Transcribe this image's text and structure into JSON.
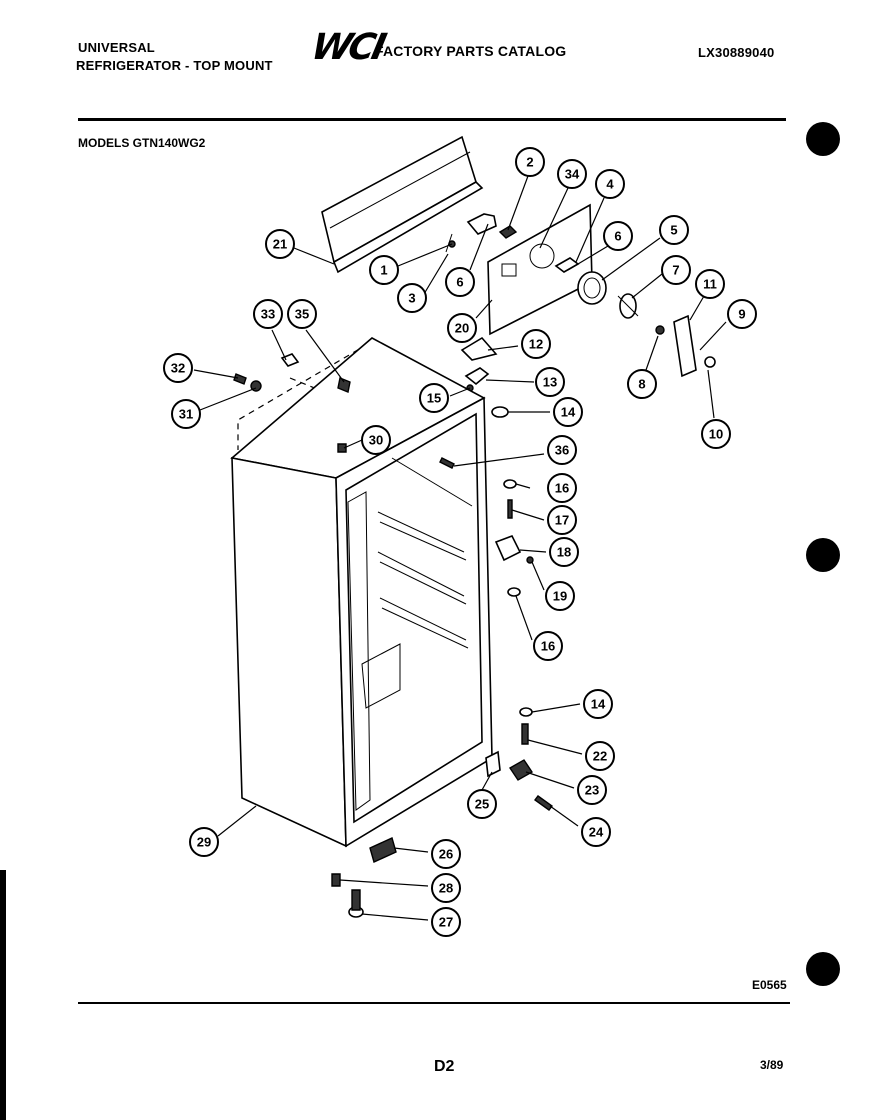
{
  "header": {
    "line1": "UNIVERSAL",
    "line2": "REFRIGERATOR - TOP MOUNT",
    "logo": "WCI",
    "catalog": "FACTORY PARTS CATALOG",
    "catalog_number": "LX30889040"
  },
  "models_label": "MODELS GTN140WG2",
  "diagram_code": "E0565",
  "page_label": "D2",
  "date": "3/89",
  "callouts": [
    {
      "id": "c1",
      "label": "1"
    },
    {
      "id": "c2",
      "label": "2"
    },
    {
      "id": "c3",
      "label": "3"
    },
    {
      "id": "c4",
      "label": "4"
    },
    {
      "id": "c5",
      "label": "5"
    },
    {
      "id": "c6a",
      "label": "6"
    },
    {
      "id": "c6b",
      "label": "6"
    },
    {
      "id": "c7",
      "label": "7"
    },
    {
      "id": "c8",
      "label": "8"
    },
    {
      "id": "c9",
      "label": "9"
    },
    {
      "id": "c10",
      "label": "10"
    },
    {
      "id": "c11",
      "label": "11"
    },
    {
      "id": "c12",
      "label": "12"
    },
    {
      "id": "c13",
      "label": "13"
    },
    {
      "id": "c14a",
      "label": "14"
    },
    {
      "id": "c14b",
      "label": "14"
    },
    {
      "id": "c15",
      "label": "15"
    },
    {
      "id": "c16a",
      "label": "16"
    },
    {
      "id": "c16b",
      "label": "16"
    },
    {
      "id": "c17",
      "label": "17"
    },
    {
      "id": "c18",
      "label": "18"
    },
    {
      "id": "c19",
      "label": "19"
    },
    {
      "id": "c20",
      "label": "20"
    },
    {
      "id": "c21",
      "label": "21"
    },
    {
      "id": "c22",
      "label": "22"
    },
    {
      "id": "c23",
      "label": "23"
    },
    {
      "id": "c24",
      "label": "24"
    },
    {
      "id": "c25",
      "label": "25"
    },
    {
      "id": "c26",
      "label": "26"
    },
    {
      "id": "c27",
      "label": "27"
    },
    {
      "id": "c28",
      "label": "28"
    },
    {
      "id": "c29",
      "label": "29"
    },
    {
      "id": "c30",
      "label": "30"
    },
    {
      "id": "c31",
      "label": "31"
    },
    {
      "id": "c32",
      "label": "32"
    },
    {
      "id": "c33",
      "label": "33"
    },
    {
      "id": "c34",
      "label": "34"
    },
    {
      "id": "c35",
      "label": "35"
    },
    {
      "id": "c36",
      "label": "36"
    }
  ]
}
